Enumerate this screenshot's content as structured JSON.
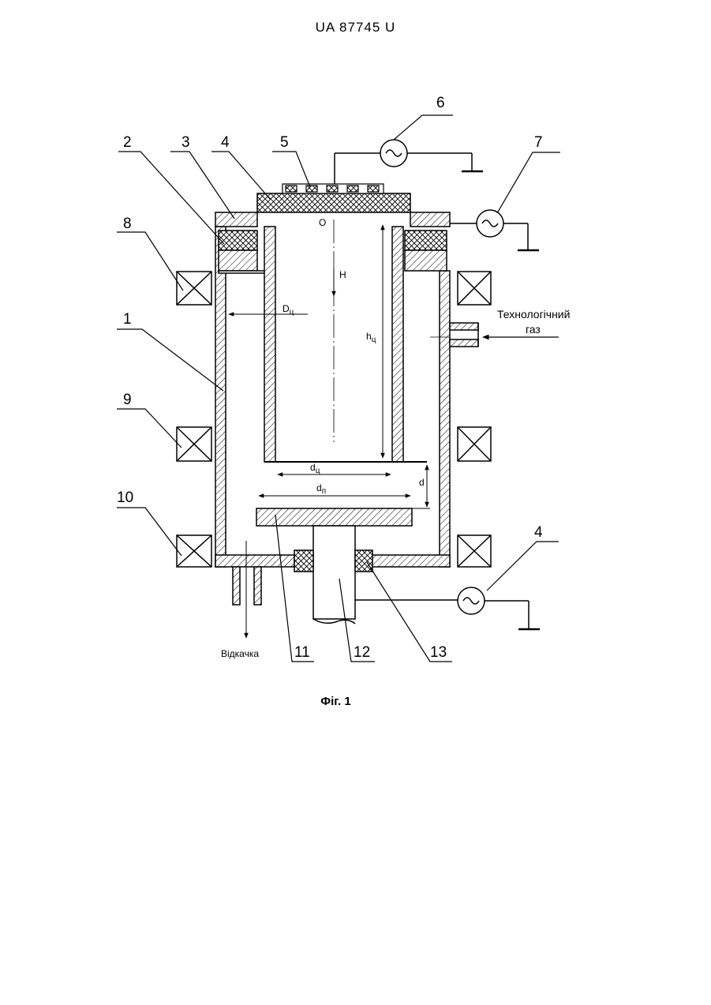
{
  "header": "UA   87745   U",
  "figure": {
    "caption": "Фіг. 1",
    "part_numbers": {
      "n1": "1",
      "n2": "2",
      "n3": "3",
      "n4_top": "4",
      "n5": "5",
      "n6": "6",
      "n7": "7",
      "n8": "8",
      "n9": "9",
      "n10": "10",
      "n11": "11",
      "n12": "12",
      "n13": "13",
      "n4_bottom": "4"
    },
    "dimensions": {
      "O": "O",
      "H": "H",
      "Dc": "D",
      "Dc_sub": "ц",
      "hc": "h",
      "hc_sub": "ц",
      "dc": "d",
      "dc_sub": "ц",
      "dn": "d",
      "dn_sub": "п",
      "d": "d"
    },
    "labels": {
      "gas_line1": "Технологічний",
      "gas_line2": "газ",
      "pumping": "Відкачка"
    },
    "generator_symbol": "~"
  }
}
